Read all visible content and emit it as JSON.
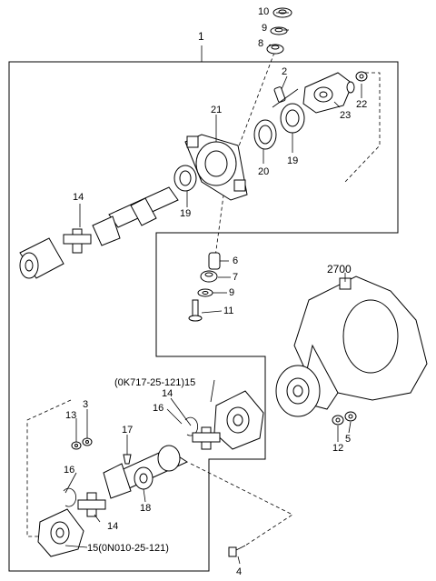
{
  "diagram": {
    "labels": {
      "l1": "1",
      "l2": "2",
      "l3": "3",
      "l4": "4",
      "l5": "5",
      "l6": "6",
      "l7": "7",
      "l8": "8",
      "l9a": "9",
      "l9b": "9",
      "l10": "10",
      "l11": "11",
      "l12": "12",
      "l13": "13",
      "l14a": "14",
      "l14b": "14",
      "l14c": "14",
      "l15a": "(0K717-25-121)15",
      "l15b": "15(0N010-25-121)",
      "l16a": "16",
      "l16b": "16",
      "l17": "17",
      "l18": "18",
      "l19a": "19",
      "l19b": "19",
      "l20": "20",
      "l21": "21",
      "l22": "22",
      "l23": "23",
      "l2700": "2700"
    }
  }
}
